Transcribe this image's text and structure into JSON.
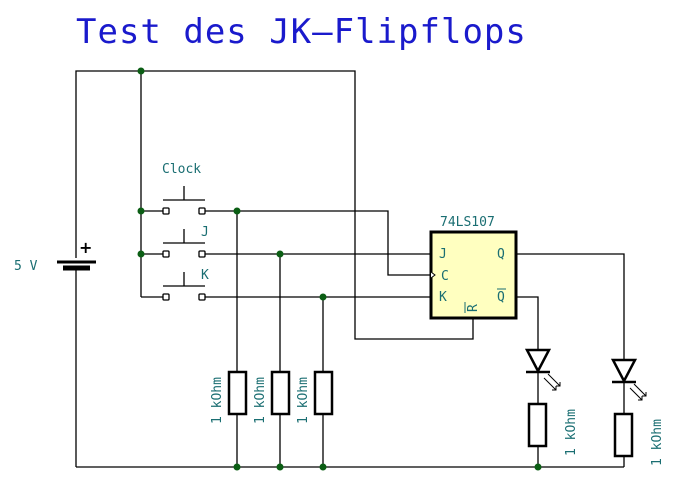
{
  "title": "Test des JK–Flipflops",
  "battery": {
    "label": "5 V",
    "polarity": "+"
  },
  "switches": [
    {
      "label": "Clock"
    },
    {
      "label": "J"
    },
    {
      "label": "K"
    }
  ],
  "ic": {
    "name": "74LS107",
    "pins": {
      "j": "J",
      "c": "C",
      "k": "K",
      "q": "Q",
      "qbar": "Q",
      "r": "R"
    }
  },
  "resistors": [
    {
      "label": "1 kOhm"
    },
    {
      "label": "1 kOhm"
    },
    {
      "label": "1 kOhm"
    },
    {
      "label": "1 kOhm"
    },
    {
      "label": "1 kOhm"
    }
  ],
  "colors": {
    "title": "#1a1acc",
    "label": "#1a6e72",
    "junction": "#0b5e14",
    "ic_fill": "#ffffc0"
  }
}
